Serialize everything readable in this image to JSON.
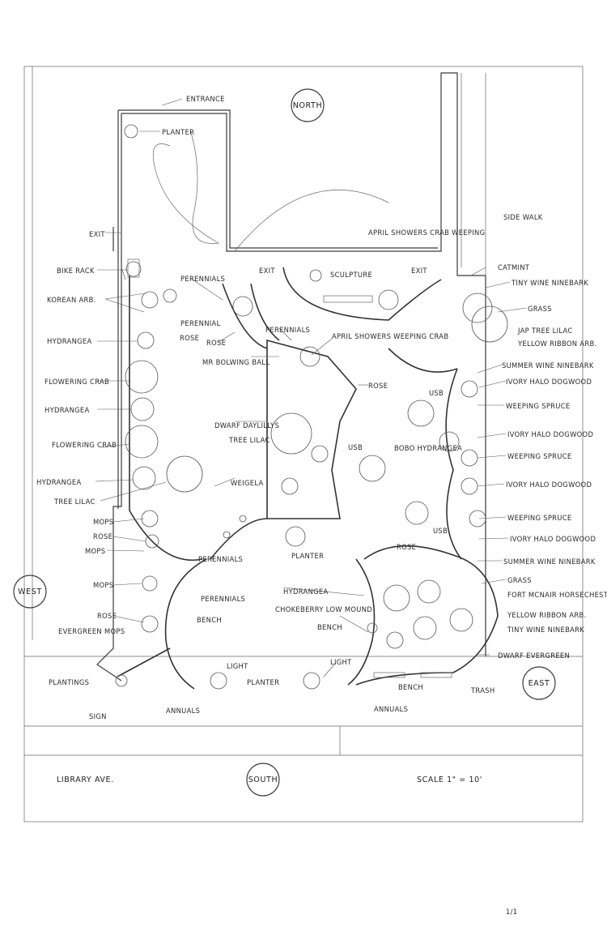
{
  "compass": {
    "north": "NORTH",
    "south": "SOUTH",
    "east": "EAST",
    "west": "WEST"
  },
  "footer": {
    "street": "LIBRARY AVE.",
    "scale": "SCALE 1\" = 10'",
    "sheet": "1/1"
  },
  "labels": {
    "entrance": "ENTRANCE",
    "planter_top": "PLANTER",
    "exit_west": "EXIT",
    "bike_rack": "BIKE RACK",
    "korean_arb": "KOREAN ARB.",
    "hydrangea_1": "HYDRANGEA",
    "flowering_crab_1": "FLOWERING CRAB",
    "hydrangea_2": "HYDRANGEA",
    "flowering_crab_2": "FLOWERING CRAB",
    "hydrangea_3": "HYDRANGEA",
    "tree_lilac_w": "TREE LILAC",
    "mops_1": "MOPS",
    "rose_w1": "ROSE",
    "mops_2": "MOPS",
    "mops_3": "MOPS",
    "rose_w2": "ROSE",
    "evergreen_mops": "EVERGREEN MOPS",
    "plantings": "PLANTINGS",
    "sign": "SIGN",
    "annuals_w": "ANNUALS",
    "light_w": "LIGHT",
    "planter_s": "PLANTER",
    "perennials_1": "PERENNIALS",
    "perennial_2": "PERENNIAL",
    "rose_c1": "ROSE",
    "rose_c2": "ROSE",
    "mr_bowling_ball": "MR BOLWING BALL",
    "perennials_3": "PERENNIALS",
    "dwarf_daylillys": "DWARF DAYLILLYS",
    "tree_lilac_c": "TREE LILAC",
    "weigela": "WEIGELA",
    "perennials_4": "PERENNIALS",
    "perennials_5": "PERENNIALS",
    "bench_w": "BENCH",
    "planter_c": "PLANTER",
    "exit_c1": "EXIT",
    "sculpture": "SCULPTURE",
    "exit_c2": "EXIT",
    "april_crab_1": "APRIL SHOWERS CRAB WEEPING",
    "april_crab_2": "APRIL SHOWERS WEEPING CRAB",
    "rose_c3": "ROSE",
    "usb_1": "USB",
    "usb_2": "USB",
    "usb_3": "USB",
    "bobo_hydrangea": "BOBO HYDRANGEA",
    "hydrangea_c": "HYDRANGEA",
    "chokeberry": "CHOKEBERRY LOW MOUND",
    "bench_c": "BENCH",
    "rose_e": "ROSE",
    "light_e": "LIGHT",
    "annuals_e": "ANNUALS",
    "bench_e": "BENCH",
    "trash": "TRASH",
    "side_walk": "SIDE WALK",
    "catmint": "CATMINT",
    "tiny_wine_1": "TINY WINE NINEBARK",
    "grass_1": "GRASS",
    "jap_tree_lilac": "JAP TREE LILAC",
    "yellow_ribbon_1": "YELLOW RIBBON ARB.",
    "summer_wine_1": "SUMMER WINE NINEBARK",
    "ivory_halo_1": "IVORY HALO DOGWOOD",
    "weeping_spruce_1": "WEEPING SPRUCE",
    "ivory_halo_2": "IVORY HALO DOGWOOD",
    "weeping_spruce_2": "WEEPING SPRUCE",
    "ivory_halo_3": "IVORY HALO DOGWOOD",
    "weeping_spruce_3": "WEEPING SPRUCE",
    "ivory_halo_4": "IVORY HALO DOGWOOD",
    "summer_wine_2": "SUMMER WINE NINEBARK",
    "grass_2": "GRASS",
    "horse_chestnut": "FORT MCNAIR HORSECHESTNUT",
    "yellow_ribbon_2": "YELLOW RIBBON ARB.",
    "tiny_wine_2": "TINY WINE NINEBARK",
    "dwarf_evergreen": "DWARF EVERGREEN"
  }
}
